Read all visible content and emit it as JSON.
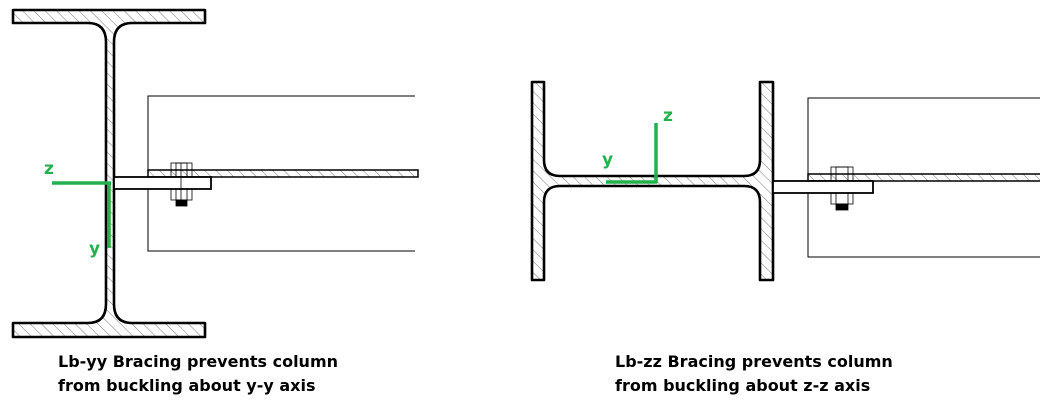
{
  "colors": {
    "axis": "#22b14c",
    "line": "#000000"
  },
  "left_diagram": {
    "axis_z": "z",
    "axis_y": "y",
    "caption_line1": "Lb-yy Bracing prevents column",
    "caption_line2": "from buckling about y-y axis"
  },
  "right_diagram": {
    "axis_z": "z",
    "axis_y": "y",
    "caption_line1": "Lb-zz Bracing prevents column",
    "caption_line2": "from buckling about z-z axis"
  }
}
